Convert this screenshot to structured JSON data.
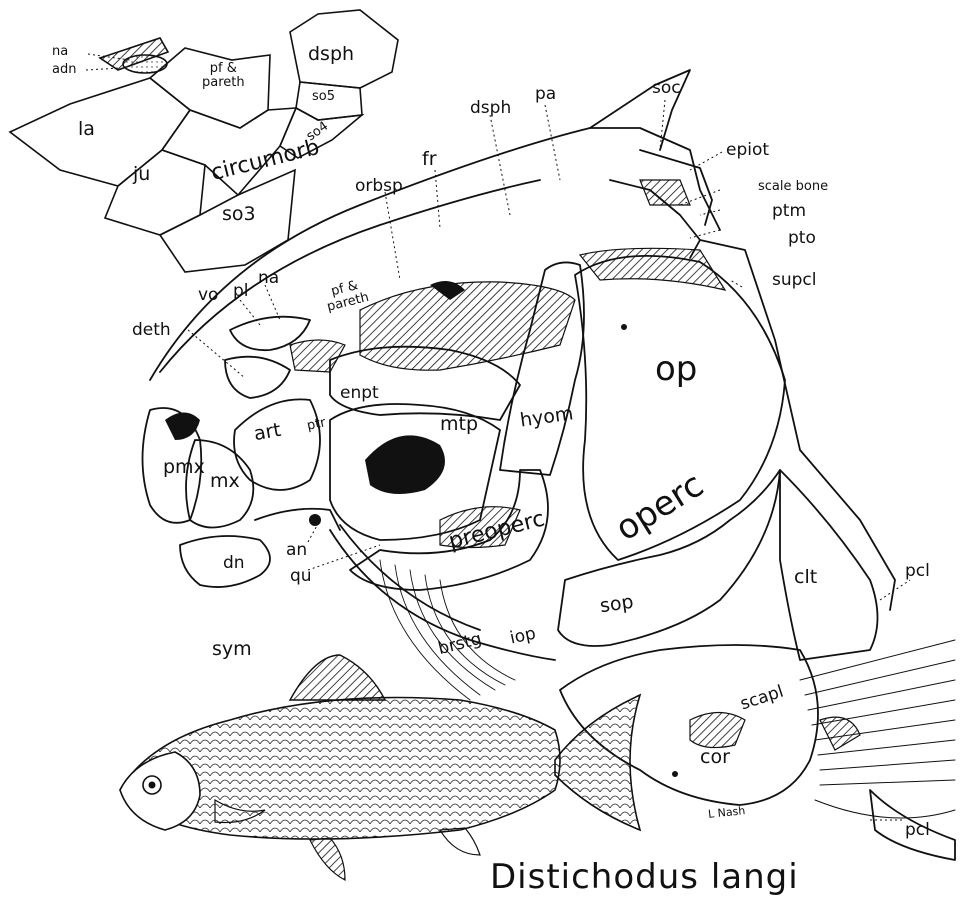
{
  "title": "Distichodus langi",
  "credit": "L Nash",
  "inset_labels": {
    "na": "na",
    "adn": "adn",
    "pf_pareth": "pf &\npareth",
    "dsph": "dsph",
    "la": "la",
    "ju": "ju",
    "circumorb": "circumorb",
    "so5": "so5",
    "so4": "so4",
    "so3": "so3"
  },
  "skull_labels": {
    "pa": "pa",
    "soc": "soc",
    "epiot": "epiot",
    "scale_bone": "scale bone",
    "ptm": "ptm",
    "pto": "pto",
    "supcl": "supcl",
    "dsph": "dsph",
    "fr": "fr",
    "orbsp": "orbsp",
    "pf_pareth": "pf &\npareth",
    "na": "na",
    "vo": "vo",
    "pl": "pl",
    "deth": "deth",
    "enpt": "enpt",
    "mtp": "mtp",
    "hyom": "hyom",
    "op": "op",
    "art": "art",
    "ptr": "ptr",
    "pmx": "pmx",
    "mx": "mx",
    "dn": "dn",
    "an": "an",
    "qu": "qu",
    "preoperc": "preoperc",
    "operc": "operc",
    "sop": "sop",
    "iop": "iop",
    "brstg": "brstg",
    "clt": "clt",
    "pcl_top": "pcl",
    "pcl_bottom": "pcl",
    "scapl": "scapl",
    "cor": "cor",
    "sym": "sym"
  }
}
